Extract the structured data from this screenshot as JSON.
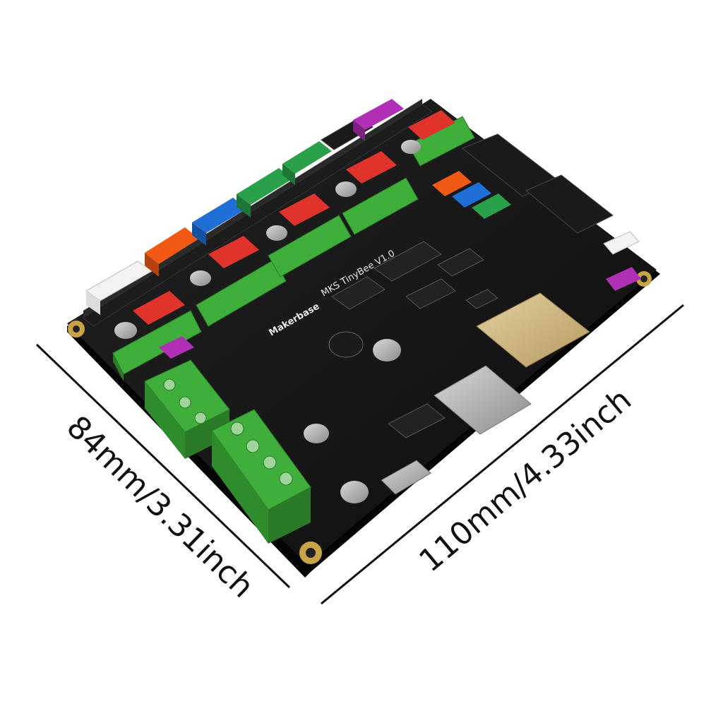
{
  "product": {
    "brand_silkscreen": "Makerbase",
    "model_silkscreen": "MKS TinyBee V1.0"
  },
  "dimensions": {
    "width_label": "110mm/4.33inch",
    "height_label": "84mm/3.31inch"
  },
  "colors": {
    "pcb": "#141414",
    "terminal_green": "#3fae3a",
    "connector_red": "#e8462a",
    "connector_blue": "#1f6fd6",
    "connector_green": "#2aa04a",
    "connector_purple": "#b02fb5",
    "connector_orange": "#f05a14",
    "screw_gold": "#c9a447",
    "dip_red": "#e0332c"
  }
}
